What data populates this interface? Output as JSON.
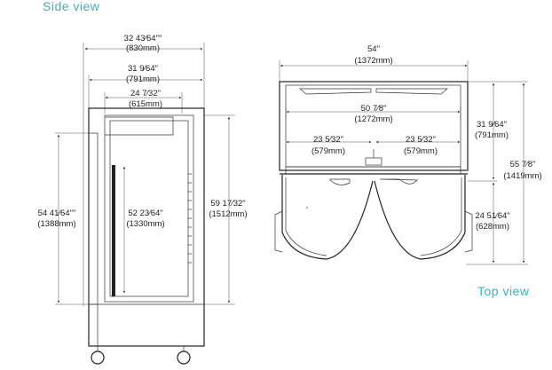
{
  "titles": {
    "side": "Side view",
    "top": "Top view"
  },
  "colors": {
    "accent": "#36b3bd",
    "line": "#222222"
  },
  "side_view": {
    "overall_depth": {
      "in": "32 43⁄64\"\"",
      "mm": "(830mm)"
    },
    "body_depth": {
      "in": "31 9⁄64\"",
      "mm": "(791mm)"
    },
    "inner_depth": {
      "in": "24 7⁄32\"",
      "mm": "(615mm)"
    },
    "door_height": {
      "in": "54 41⁄64\"\"",
      "mm": "(1388mm)"
    },
    "inner_height": {
      "in": "52 23⁄64\"",
      "mm": "(1330mm)"
    },
    "body_height": {
      "in": "59 17⁄32\"",
      "mm": "(1512mm)"
    }
  },
  "top_view": {
    "overall_width": {
      "in": "54\"",
      "mm": "(1372mm)"
    },
    "inner_width": {
      "in": "50 7⁄8\"",
      "mm": "(1272mm)"
    },
    "left_opening": {
      "in": "23 5⁄32\"",
      "mm": "(579mm)"
    },
    "right_opening": {
      "in": "23 5⁄32\"",
      "mm": "(579mm)"
    },
    "body_depth": {
      "in": "31 9⁄64\"",
      "mm": "(791mm)"
    },
    "overall_depth": {
      "in": "55 7⁄8\"",
      "mm": "(1419mm)"
    },
    "door_swing": {
      "in": "24 51⁄64\"",
      "mm": "(628mm)"
    }
  }
}
